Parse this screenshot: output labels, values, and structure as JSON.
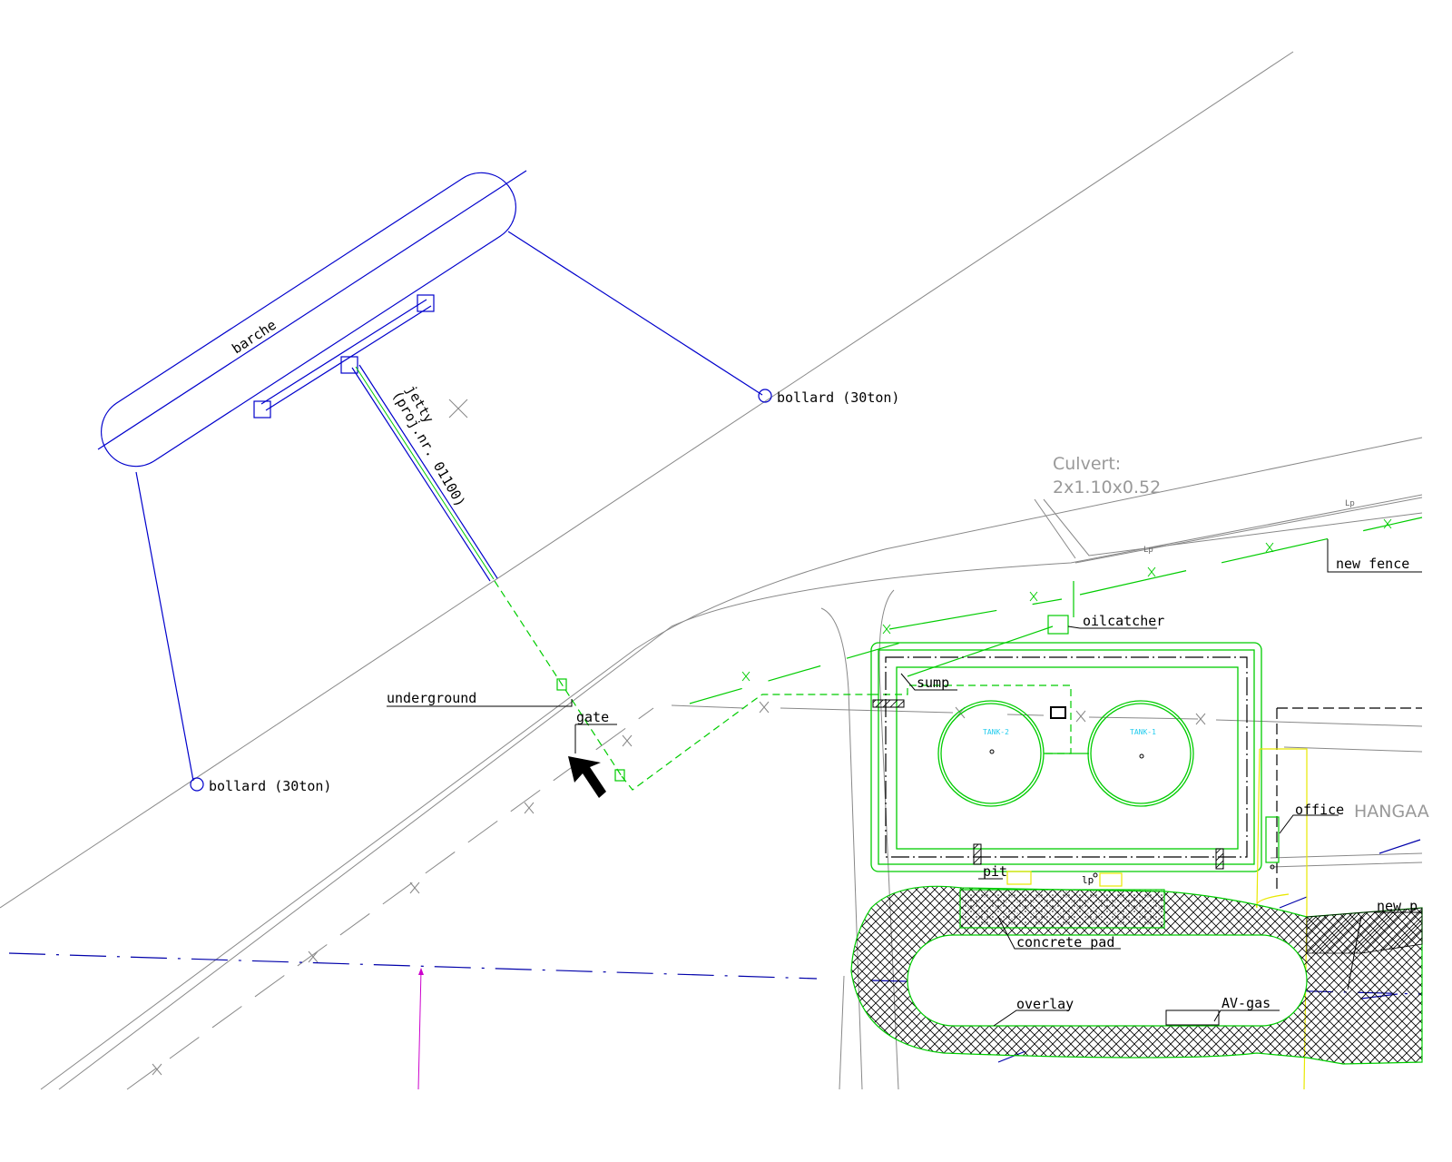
{
  "drawing": {
    "barge_label": "barche",
    "jetty_label": "jetty",
    "jetty_project": "(proj.nr. 01100)",
    "bollard_1": "bollard (30ton)",
    "bollard_2": "bollard (30ton)",
    "culvert_title": "Culvert:",
    "culvert_size": "2x1.10x0.52",
    "lp_1": "Lp",
    "lp_2": "Lp",
    "lp_3": "lp",
    "new_fence": "new fence",
    "oilcatcher": "oilcatcher",
    "sump": "sump",
    "underground": "underground",
    "gate": "gate",
    "tank_2": "TANK-2",
    "tank_1": "TANK-1",
    "office": "office",
    "hangar": "HANGAA",
    "pit": "pit",
    "concrete_pad": "concrete pad",
    "new_p": "new p",
    "overlay": "overlay",
    "av_gas": "AV-gas"
  },
  "colors": {
    "barge": "#0000cc",
    "fuel": "#00cc00",
    "road": "#888888",
    "yellow": "#eeee00",
    "magenta": "#cc00cc"
  }
}
